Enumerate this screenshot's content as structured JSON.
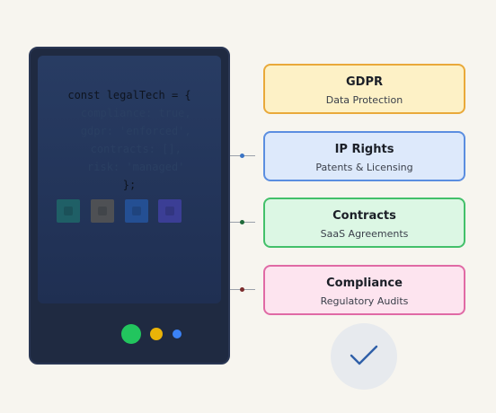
{
  "device": {
    "code_lines": [
      "const legalTech = {",
      "  compliance: true,",
      "  gdpr: 'enforced',",
      "  contracts: [],",
      "  risk: 'managed'",
      "};"
    ],
    "tile_icons": [
      "shield-icon",
      "document-icon",
      "lock-icon",
      "globe-icon"
    ],
    "tile_colors": [
      "#1f5f66",
      "#4e5054",
      "#244f93",
      "#3b3e95"
    ],
    "status_dot_colors": [
      "#22c55e",
      "#eab308",
      "#3b82f6"
    ]
  },
  "cards": [
    {
      "title": "GDPR",
      "subtitle": "Data Protection",
      "fill": "#fdf1c6",
      "border": "#e9a93a"
    },
    {
      "title": "IP Rights",
      "subtitle": "Patents & Licensing",
      "fill": "#dde9fb",
      "border": "#5b8ee0",
      "connector_dot": "#3b74c4"
    },
    {
      "title": "Contracts",
      "subtitle": "SaaS Agreements",
      "fill": "#dcf7e4",
      "border": "#43c06a",
      "connector_dot": "#1f6a3a"
    },
    {
      "title": "Compliance",
      "subtitle": "Regulatory Audits",
      "fill": "#fde4ef",
      "border": "#e06aa5",
      "connector_dot": "#7b2c2c"
    }
  ],
  "check": {
    "icon": "check-icon",
    "color": "#2f5fa8"
  }
}
